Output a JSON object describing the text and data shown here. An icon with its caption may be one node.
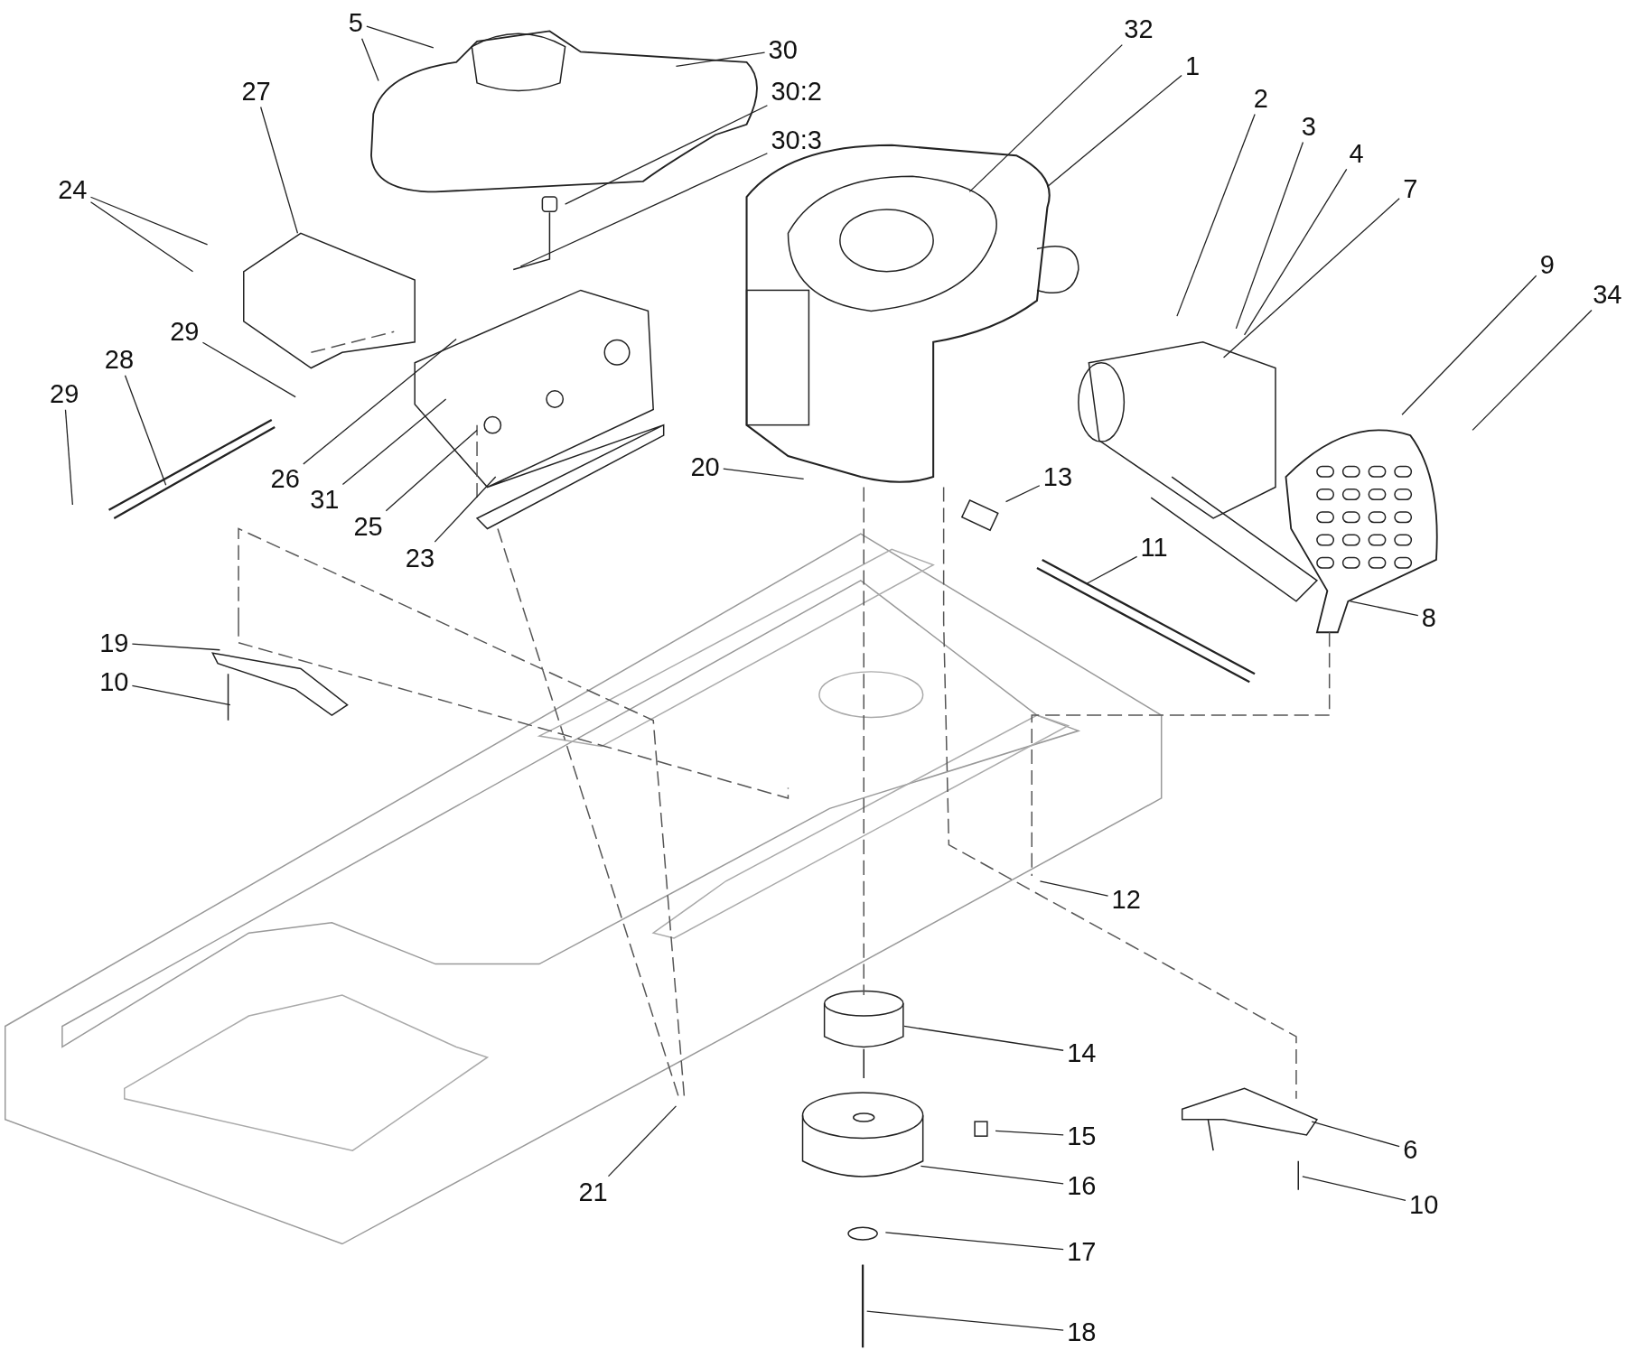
{
  "diagram": {
    "nodes": [
      {
        "text": [
          "5"
        ]
      },
      {
        "text": [
          "30"
        ]
      },
      {
        "text": [
          "30:2"
        ]
      },
      {
        "text": [
          "30:3"
        ]
      },
      {
        "text": [
          "27"
        ]
      },
      {
        "text": [
          "24"
        ]
      },
      {
        "text": [
          "29"
        ]
      },
      {
        "text": [
          "28"
        ]
      },
      {
        "text": [
          "29"
        ]
      },
      {
        "text": [
          "26"
        ]
      },
      {
        "text": [
          "31"
        ]
      },
      {
        "text": [
          "25"
        ]
      },
      {
        "text": [
          "23"
        ]
      },
      {
        "text": [
          "32"
        ]
      },
      {
        "text": [
          "1"
        ]
      },
      {
        "text": [
          "2"
        ]
      },
      {
        "text": [
          "3"
        ]
      },
      {
        "text": [
          "4"
        ]
      },
      {
        "text": [
          "7"
        ]
      },
      {
        "text": [
          "9"
        ]
      },
      {
        "text": [
          "34"
        ]
      },
      {
        "text": [
          "20"
        ]
      },
      {
        "text": [
          "13"
        ]
      },
      {
        "text": [
          "11"
        ]
      },
      {
        "text": [
          "8"
        ]
      },
      {
        "text": [
          "19"
        ]
      },
      {
        "text": [
          "10"
        ]
      },
      {
        "text": [
          "12"
        ]
      },
      {
        "text": [
          "14"
        ]
      },
      {
        "text": [
          "15"
        ]
      },
      {
        "text": [
          "16"
        ]
      },
      {
        "text": [
          "21"
        ]
      },
      {
        "text": [
          "6"
        ]
      },
      {
        "text": [
          "10"
        ]
      },
      {
        "text": [
          "17"
        ]
      },
      {
        "text": [
          "18"
        ]
      }
    ],
    "edges": [
      {
        "from": 0,
        "to": null,
        "arrow": "none"
      },
      {
        "from": 0,
        "to": null,
        "arrow": "none"
      },
      {
        "from": 1,
        "to": null,
        "arrow": "none"
      },
      {
        "from": 2,
        "to": null,
        "arrow": "none"
      },
      {
        "from": 3,
        "to": null,
        "arrow": "none"
      },
      {
        "from": 4,
        "to": null,
        "arrow": "none"
      },
      {
        "from": 5,
        "to": null,
        "arrow": "none"
      },
      {
        "from": 5,
        "to": null,
        "arrow": "none"
      },
      {
        "from": 6,
        "to": null,
        "arrow": "none"
      },
      {
        "from": 7,
        "to": null,
        "arrow": "none"
      },
      {
        "from": 8,
        "to": null,
        "arrow": "none"
      },
      {
        "from": 9,
        "to": null,
        "arrow": "none"
      },
      {
        "from": 10,
        "to": null,
        "arrow": "none"
      },
      {
        "from": 11,
        "to": null,
        "arrow": "none"
      },
      {
        "from": 12,
        "to": null,
        "arrow": "none"
      },
      {
        "from": 13,
        "to": null,
        "arrow": "none"
      },
      {
        "from": 14,
        "to": null,
        "arrow": "none"
      },
      {
        "from": 15,
        "to": null,
        "arrow": "none"
      },
      {
        "from": 16,
        "to": null,
        "arrow": "none"
      },
      {
        "from": 17,
        "to": null,
        "arrow": "none"
      },
      {
        "from": 18,
        "to": null,
        "arrow": "none"
      },
      {
        "from": 19,
        "to": null,
        "arrow": "none"
      },
      {
        "from": 20,
        "to": null,
        "arrow": "none"
      },
      {
        "from": 21,
        "to": null,
        "arrow": "none"
      },
      {
        "from": 22,
        "to": null,
        "arrow": "none"
      },
      {
        "from": 23,
        "to": null,
        "arrow": "none"
      },
      {
        "from": 24,
        "to": null,
        "arrow": "none"
      },
      {
        "from": 25,
        "to": null,
        "arrow": "none"
      },
      {
        "from": 26,
        "to": null,
        "arrow": "none"
      },
      {
        "from": 27,
        "to": null,
        "arrow": "none"
      },
      {
        "from": 28,
        "to": null,
        "arrow": "none"
      },
      {
        "from": 29,
        "to": null,
        "arrow": "none"
      },
      {
        "from": 30,
        "to": null,
        "arrow": "none"
      },
      {
        "from": 31,
        "to": null,
        "arrow": "none"
      },
      {
        "from": 32,
        "to": null,
        "arrow": "none"
      },
      {
        "from": 33,
        "to": null,
        "arrow": "none"
      },
      {
        "from": 34,
        "to": null,
        "arrow": "none"
      },
      {
        "from": 35,
        "to": null,
        "arrow": "none"
      }
    ]
  }
}
